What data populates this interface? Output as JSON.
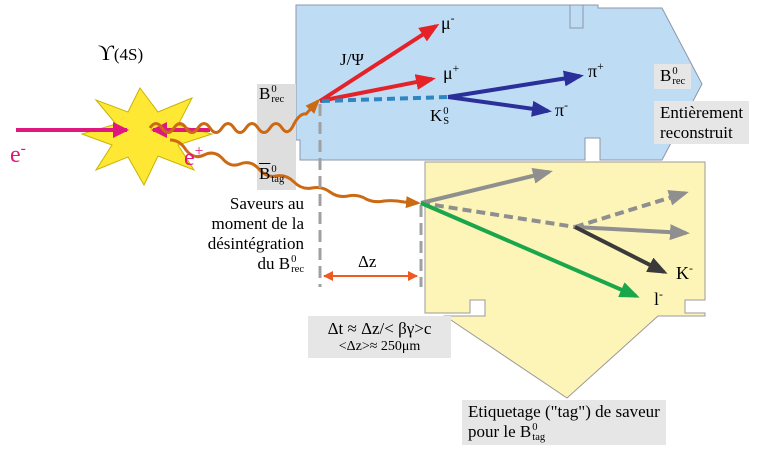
{
  "source": {
    "upsilon": "ϒ",
    "upsilon_state": "(4S)",
    "electron": "e",
    "electron_charge": "-",
    "positron": "e",
    "positron_charge": "+"
  },
  "b_rec": {
    "symbol": "B",
    "sup": "0",
    "sub": "rec"
  },
  "b_tag": {
    "symbol": "B",
    "sup": "0",
    "sub": "tag"
  },
  "reco_side": {
    "jpsi": "J/Ψ",
    "mu_minus": "μ",
    "mu_minus_charge": "-",
    "mu_plus": "μ",
    "mu_plus_charge": "+",
    "kshort": "K",
    "kshort_sup": "0",
    "kshort_sub": "S",
    "pi_plus": "π",
    "pi_plus_charge": "+",
    "pi_minus": "π",
    "pi_minus_charge": "-",
    "label_symbol": "B",
    "label_sup": "0",
    "label_sub": "rec",
    "caption_line1": "Entièrement",
    "caption_line2": "reconstruit"
  },
  "tag_side": {
    "kaon": "K",
    "kaon_charge": "-",
    "lepton": "l",
    "lepton_charge": "-",
    "caption_line1": "Etiquetage (\"tag\") de saveur",
    "caption_line2": "pour le B",
    "caption_sup": "0",
    "caption_sub": "tag"
  },
  "flavor_note": {
    "line1": "Saveurs au",
    "line2": "moment de la",
    "line3": "désintégration",
    "line4": "du B",
    "line4_sup": "0",
    "line4_sub": "rec"
  },
  "delta_z": "Δz",
  "formula": {
    "line1": "Δt ≈ Δz/< βγ>c",
    "line2": "<Δz>≈ 250μm"
  },
  "colors": {
    "reco_box": "#bfdcf5",
    "tag_box": "#fdf5b8",
    "beam": "#e0177e",
    "explosion": "#ffe833",
    "wavy": "#cc6a14",
    "red_track": "#e52228",
    "blue_track": "#2a2f9a",
    "kshort_dash": "#2e86c1",
    "grey_track": "#8f8f8f",
    "kaon_track": "#3a3a3a",
    "lepton_track": "#1aa64a",
    "delta_arrow": "#f05a22",
    "guide": "#a0a0a0",
    "label_box": "#e6e6e6"
  }
}
